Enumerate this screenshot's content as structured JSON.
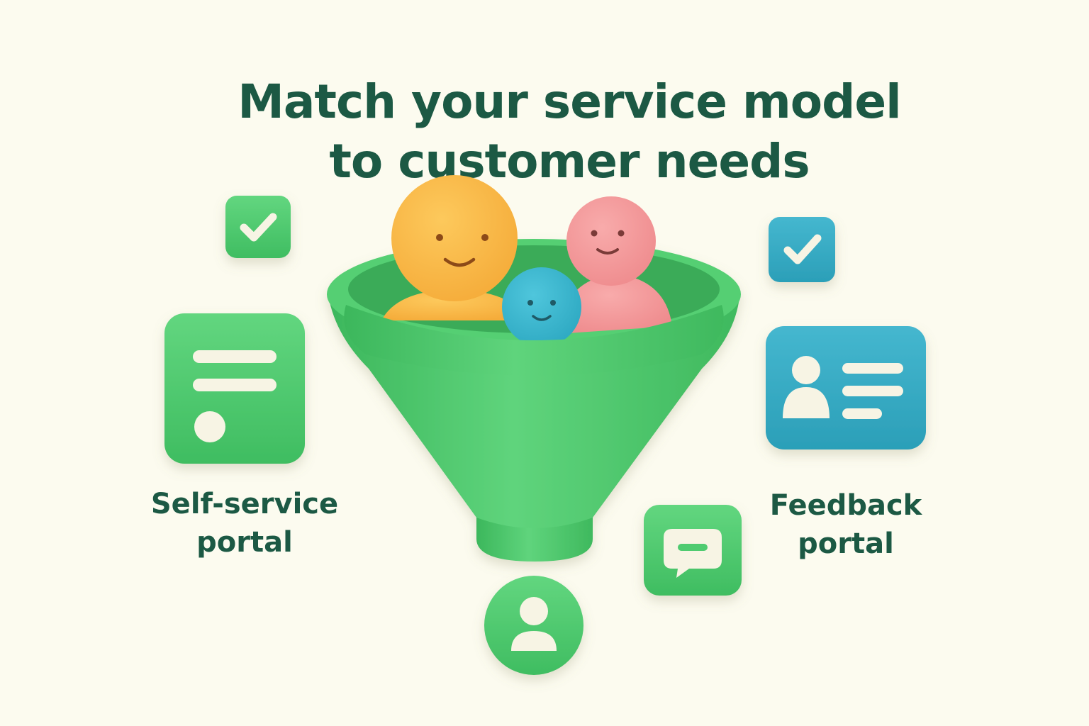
{
  "title": {
    "line1": "Match your service model",
    "line2": "to customer needs"
  },
  "left_label": {
    "line1": "Self-service",
    "line2": "portal"
  },
  "right_label": {
    "line1": "Feedback",
    "line2": "portal"
  },
  "colors": {
    "background": "#fcfbef",
    "text": "#1c5944",
    "green": "#4fcb6f",
    "teal": "#33a9c1",
    "orange": "#fbbd4b",
    "pink": "#f59c9c",
    "cream": "#f7f4e4"
  },
  "icons": [
    "checkmark-icon",
    "document-icon",
    "funnel-icon",
    "smiley-face-icon",
    "id-card-icon",
    "chat-bubble-icon",
    "user-icon"
  ]
}
